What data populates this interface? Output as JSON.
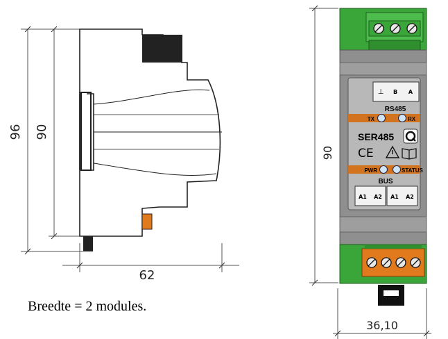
{
  "side_view": {
    "height_outer": "96",
    "height_inner": "90",
    "depth": "62"
  },
  "front_view": {
    "height": "90",
    "width": "36,10",
    "label_top": {
      "terminals": [
        "⊥",
        "B",
        "A"
      ],
      "bus_name": "RS485",
      "led_left": "TX",
      "led_right": "RX"
    },
    "label_mid": {
      "model": "SER485",
      "marks": "CE"
    },
    "label_bottom": {
      "led_left": "PWR",
      "led_right": "STATUS",
      "bus_name": "BUS",
      "terminals": [
        "A1",
        "A2",
        "A1",
        "A2"
      ]
    },
    "colors": {
      "terminal_green": "#3aa63a",
      "housing_gray": "#8f8f8f",
      "label_orange": "#d2731f",
      "terminal_orange": "#e07a1c"
    }
  },
  "caption": "Breedte = 2 modules."
}
